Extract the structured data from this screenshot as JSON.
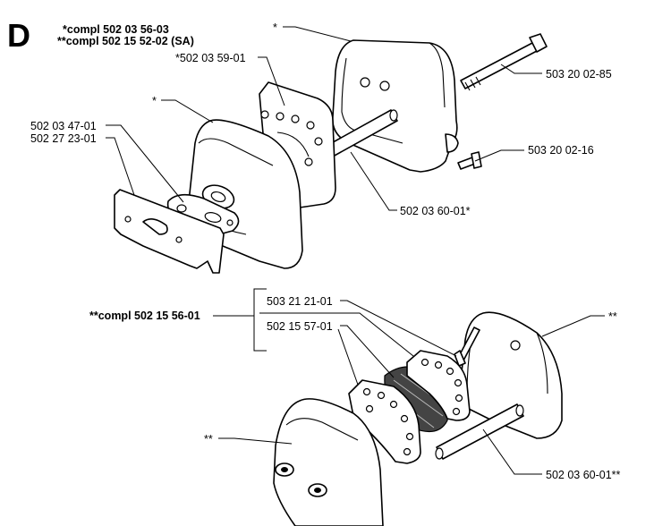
{
  "section_letter": "D",
  "header": {
    "line1": "*compl 502 03 56-03",
    "line2": "**compl 502 15 52-02 (SA)"
  },
  "labels": {
    "top_cover_star": "*",
    "gasket_plate_top": "*502 03 59-01",
    "front_cover_star": "*",
    "gasket_a": "502 03 47-01",
    "gasket_b": "502 27 23-01",
    "long_bolt": "503 20 02-85",
    "short_screw": "503 20 02-16",
    "spacer_top": "502 03 60-01*",
    "kit": "**compl 502 15 56-01",
    "kit_screw": "503 21 21-01",
    "kit_screen": "502 15 57-01",
    "rear_cover_dstar": "**",
    "front_cover_dstar": "**",
    "spacer_bottom": "502 03 60-01**"
  }
}
